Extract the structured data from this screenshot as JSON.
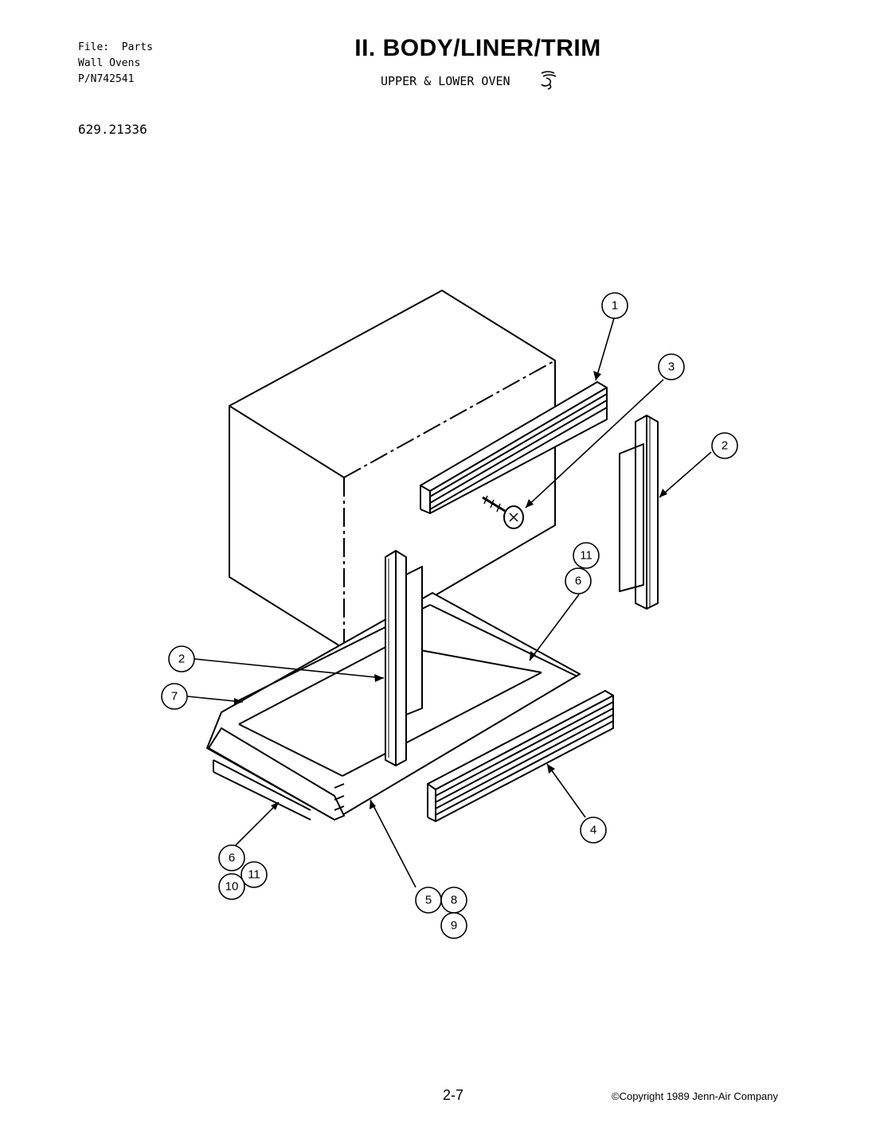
{
  "header": {
    "file_line": "File:  Parts",
    "category_line": "Wall Ovens",
    "part_number_line": "P/N742541",
    "model_number": "629.21336",
    "title": "II. BODY/LINER/TRIM",
    "subtitle": "UPPER & LOWER OVEN"
  },
  "diagram": {
    "callouts": [
      "1",
      "2",
      "3",
      "2",
      "11",
      "6",
      "7",
      "4",
      "6",
      "11",
      "10",
      "5",
      "8",
      "9"
    ]
  },
  "footer": {
    "page_number": "2-7",
    "copyright": "©Copyright 1989 Jenn-Air Company"
  }
}
